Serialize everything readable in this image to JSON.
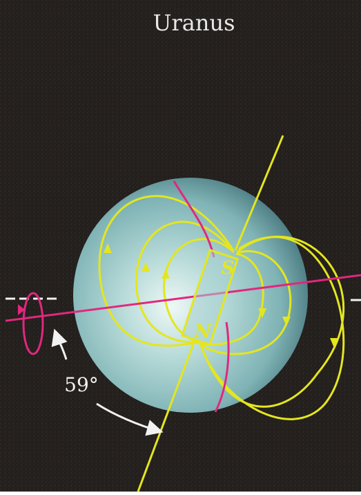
{
  "title": "Uranus",
  "angle_label": "59°",
  "magnet": {
    "south_label": "S",
    "north_label": "N"
  },
  "colors": {
    "background": "#231f1d",
    "planet_light": "#dff0ee",
    "planet_mid": "#8fc0c0",
    "planet_dark": "#3f7078",
    "field_lines": "#e4e61e",
    "rotation_axis": "#e0287e",
    "annotation": "#f2f2f2"
  },
  "icons": [
    "rotation-arrow-icon",
    "field-direction-arrow-icon",
    "angle-arrow-icon"
  ]
}
